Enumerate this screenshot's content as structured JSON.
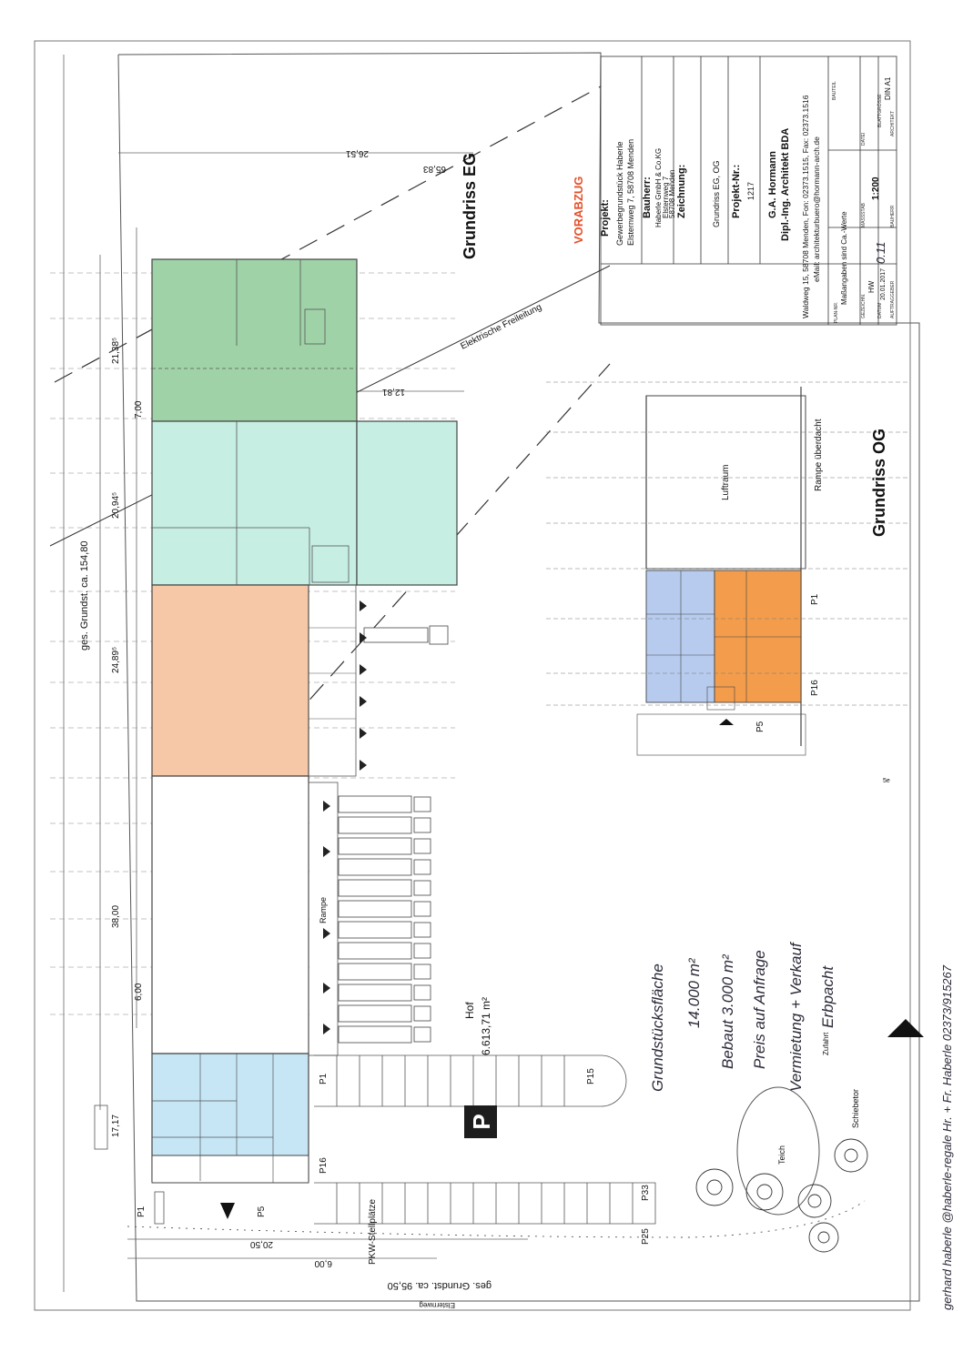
{
  "colors": {
    "green": "#9fd3a7",
    "mint": "#c6eee3",
    "orange": "#f7c8a8",
    "blue": "#c6e6f6",
    "og_blue": "#b7cbef",
    "og_orange": "#f39d4c",
    "stamp_red": "#e4502a",
    "ink": "#1b1b1b",
    "handwriting": "#2b2b3a"
  },
  "title_block": {
    "projekt_label": "Projekt:",
    "projekt_line1": "Gewerbegrundstück Haberle",
    "projekt_line2": "Elsternweg 7, 58708 Menden",
    "bauherr_label": "Bauherr:",
    "bauherr_line1": "Haberle GmbH & Co.KG",
    "bauherr_line2": "Elsternweg 7",
    "bauherr_line3": "58708 Menden",
    "zeichnung_label": "Zeichnung:",
    "zeichnung_value": "Grundriss EG, OG",
    "projekt_nr_label": "Projekt-Nr.:",
    "projekt_nr_value": "1217",
    "architect_name": "G.A. Hormann",
    "architect_title": "Dipl.-Ing. Architekt BDA",
    "architect_address": "Waldweg 15, 58708 Menden, Fon: 02373.1515, Fax: 02373.1516",
    "architect_email": "eMail: architekturbuero@hormann-arch.de",
    "plan_label": "PLAN-NR.",
    "datei_label": "DATEI",
    "blattgroesse_label": "BLATTGRÖSSE",
    "blattgroesse_value": "DIN A1",
    "architekt_label": "ARCHITEKT",
    "massstab_label": "MASSSTAB",
    "massstab_value": "1:200",
    "bauherr_small_label": "BAUHERR",
    "bauteil_label": "BAUTEIL",
    "bauteil_value": "Maßangaben sind Ca.-Werte",
    "gezeichnet_label": "GEZEICHN.",
    "gezeichnet_value": "HW",
    "datum_label": "DATUM",
    "datum_value": "20.01.2017",
    "auftraggeber_label": "AUFTRAGGEBER",
    "index_hand": "0.11"
  },
  "plan_titles": {
    "eg": "Grundriss EG",
    "og": "Grundriss OG",
    "stamp": "VORABZUG"
  },
  "labels": {
    "freileitung": "Elektrische Freileitung",
    "hof": "Hof",
    "hof_area": "6.613,71 m²",
    "rampe": "Rampe",
    "rampe_ueberdacht": "Rampe überdacht",
    "luftraum": "Luftraum",
    "pkw": "PKW-Stellplätze",
    "teich": "Teich",
    "schiebetor": "Schiebetor",
    "zufahrt": "Zufahrt",
    "elsternweg": "Elsternweg",
    "parking_symbol": "P",
    "ges_grundst_long": "ges. Grundst. ca. 154,80",
    "ges_grundst_short": "ges. Grundst. ca. 95,50",
    "section_5e": "5e"
  },
  "dimensions": {
    "d21385": "21,38⁵",
    "d700": "7,00",
    "d2094": "20,94⁵",
    "d2489": "24,89⁵",
    "d3800": "38,00",
    "d600a": "6,00",
    "d1717": "17,17",
    "d2051": "26,51",
    "d6583": "65,83",
    "d1281": "12,81",
    "d2050": "20,50",
    "d600b": "6,00"
  },
  "parking_labels": [
    "P1",
    "P15",
    "P16",
    "P33",
    "P25",
    "P5",
    "P1",
    "P16",
    "P1",
    "P5"
  ],
  "handwriting": {
    "line1": "Grundstücksfläche",
    "line2": "14.000 m²",
    "line3": "Bebaut 3.000 m²",
    "line4": "Preis auf Anfrage",
    "line5": "Vermietung + Verkauf",
    "line6": "Erbpacht",
    "margin_note": "gerhard haberle @haberle-regale Hr. + Fr. Haberle 02373/915267"
  }
}
